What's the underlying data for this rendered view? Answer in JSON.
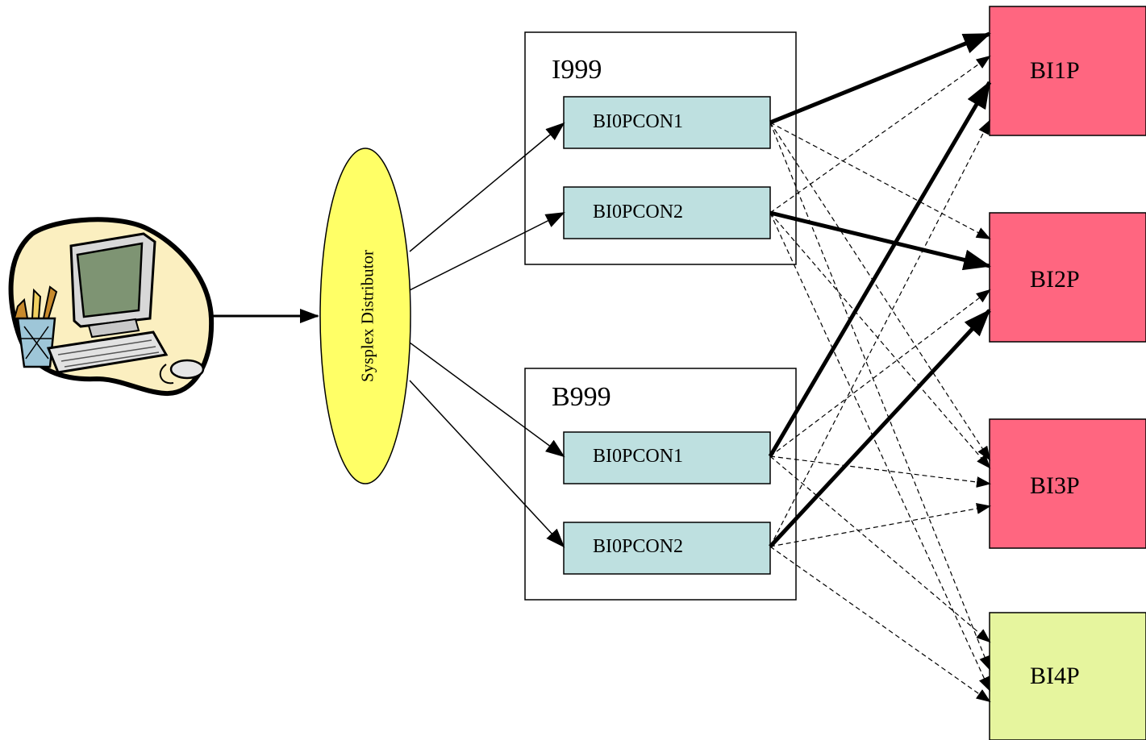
{
  "client": {
    "icon": "computer-workstation-icon"
  },
  "distributor": {
    "label": "Sysplex Distributor",
    "color": "#FFFF66"
  },
  "groups": [
    {
      "label": "I999",
      "connections": [
        "BI0PCON1",
        "BI0PCON2"
      ]
    },
    {
      "label": "B999",
      "connections": [
        "BI0PCON1",
        "BI0PCON2"
      ]
    }
  ],
  "targets": [
    {
      "label": "BI1P",
      "color": "#FF6680"
    },
    {
      "label": "BI2P",
      "color": "#FF6680"
    },
    {
      "label": "BI3P",
      "color": "#FF6680"
    },
    {
      "label": "BI4P",
      "color": "#E6F59E"
    }
  ],
  "connection_color": "#BEE0E0",
  "active_links": [
    {
      "from": "I999.BI0PCON1",
      "to": "BI1P"
    },
    {
      "from": "I999.BI0PCON2",
      "to": "BI2P"
    },
    {
      "from": "B999.BI0PCON1",
      "to": "BI1P"
    },
    {
      "from": "B999.BI0PCON2",
      "to": "BI2P"
    }
  ],
  "standby_links": "every connection to every target"
}
